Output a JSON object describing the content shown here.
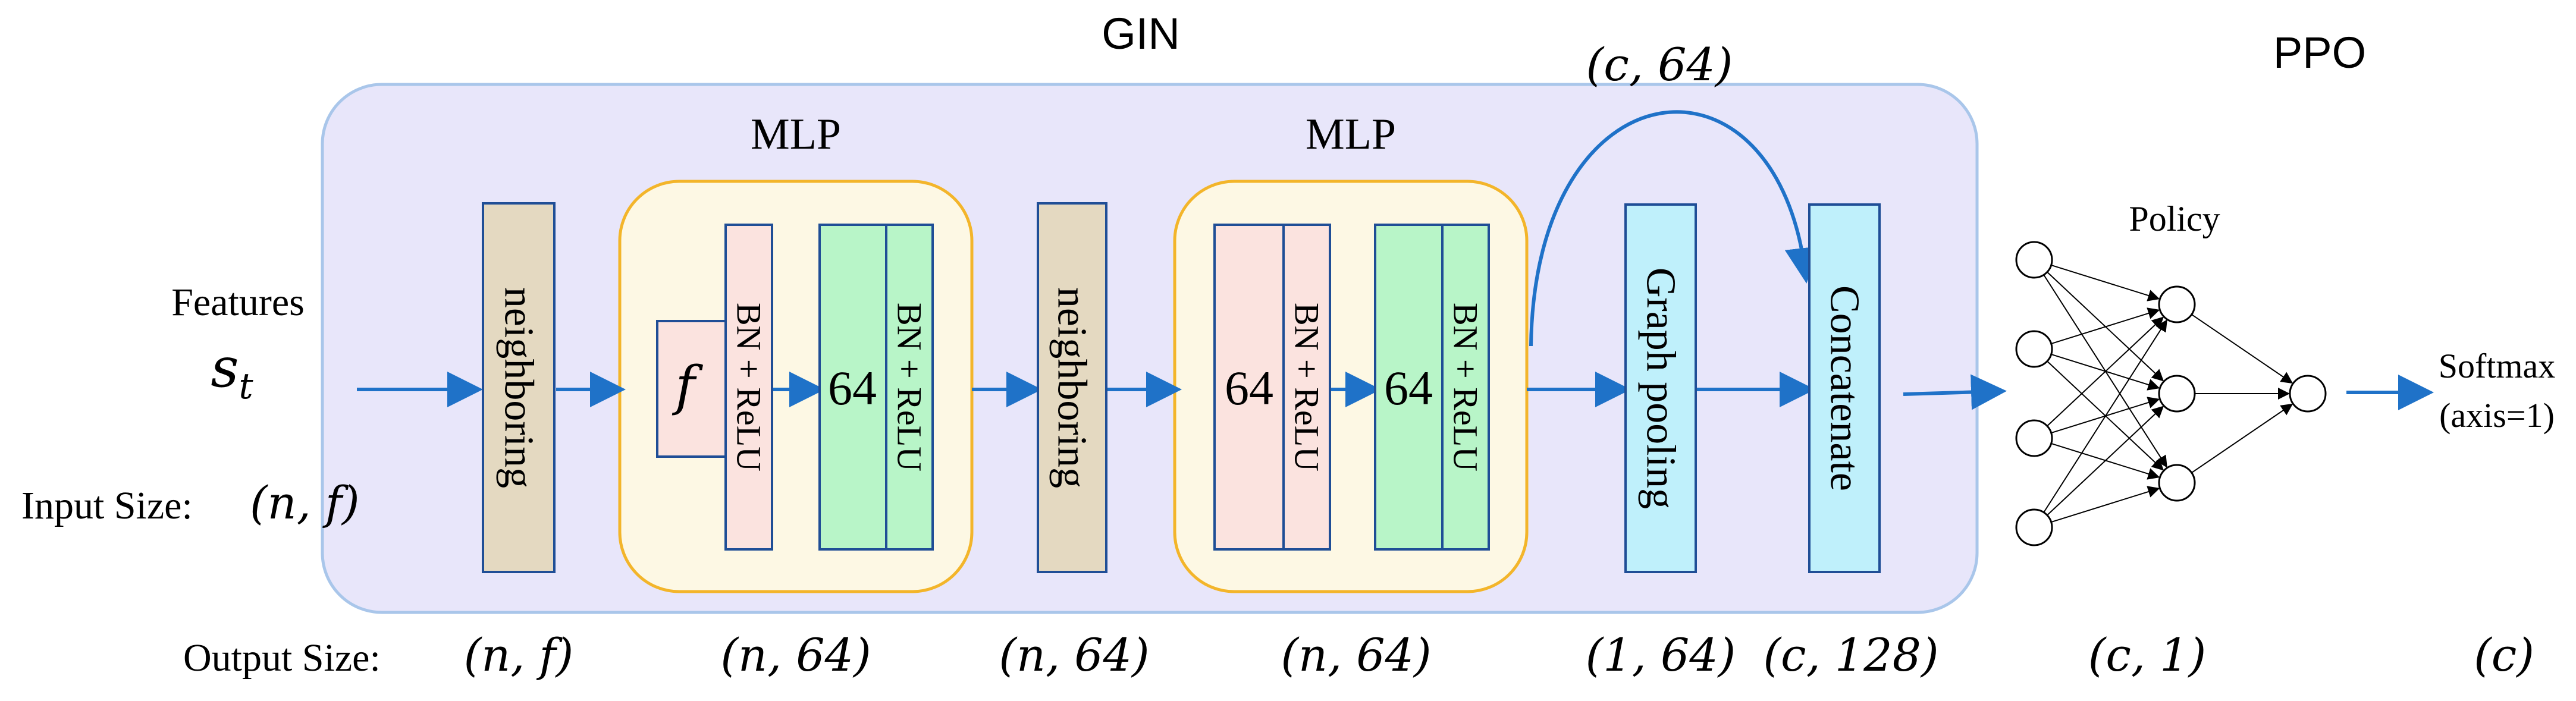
{
  "colors": {
    "gin_bg": "#e8e6fa",
    "gin_border": "#a9c6ea",
    "mlp_bg": "#fdf8e4",
    "mlp_border": "#f3b52a",
    "neighboring_fill": "#e4d9c1",
    "bn_fill": "#fbe3df",
    "linear_fill": "#b8f5c8",
    "pool_fill": "#bff0fb",
    "box_stroke": "#1f4e96",
    "arrow": "#1f72c8",
    "neuron_stroke": "#000000"
  },
  "titles": {
    "gin": "GIN",
    "ppo": "PPO",
    "mlp1": "MLP",
    "mlp2": "MLP",
    "skip_shape": "(c, 64)"
  },
  "input": {
    "features_label": "Features",
    "state_symbol": "s",
    "state_subscript": "t",
    "input_size_label": "Input Size:",
    "input_size_value": "(n, f)"
  },
  "blocks": {
    "neighboring_1": "neighboring",
    "mlp1_linear": "f",
    "mlp1_bn1": "BN + ReLU",
    "mlp1_hidden": "64",
    "mlp1_bn2": "BN + ReLU",
    "neighboring_2": "neighboring",
    "mlp2_linear": "64",
    "mlp2_bn1": "BN + ReLU",
    "mlp2_hidden": "64",
    "mlp2_bn2": "BN + ReLU",
    "graph_pooling": "Graph pooling",
    "concatenate": "Concatenate"
  },
  "policy": {
    "label": "Policy",
    "softmax_label": "Softmax",
    "softmax_axis": "(axis=1)",
    "layers": [
      4,
      3,
      1
    ]
  },
  "output_sizes": {
    "label": "Output Size:",
    "values": [
      "(n, f)",
      "(n, 64)",
      "(n, 64)",
      "(n, 64)",
      "(1, 64)",
      "(c, 128)",
      "(c, 1)",
      "(c)"
    ]
  }
}
